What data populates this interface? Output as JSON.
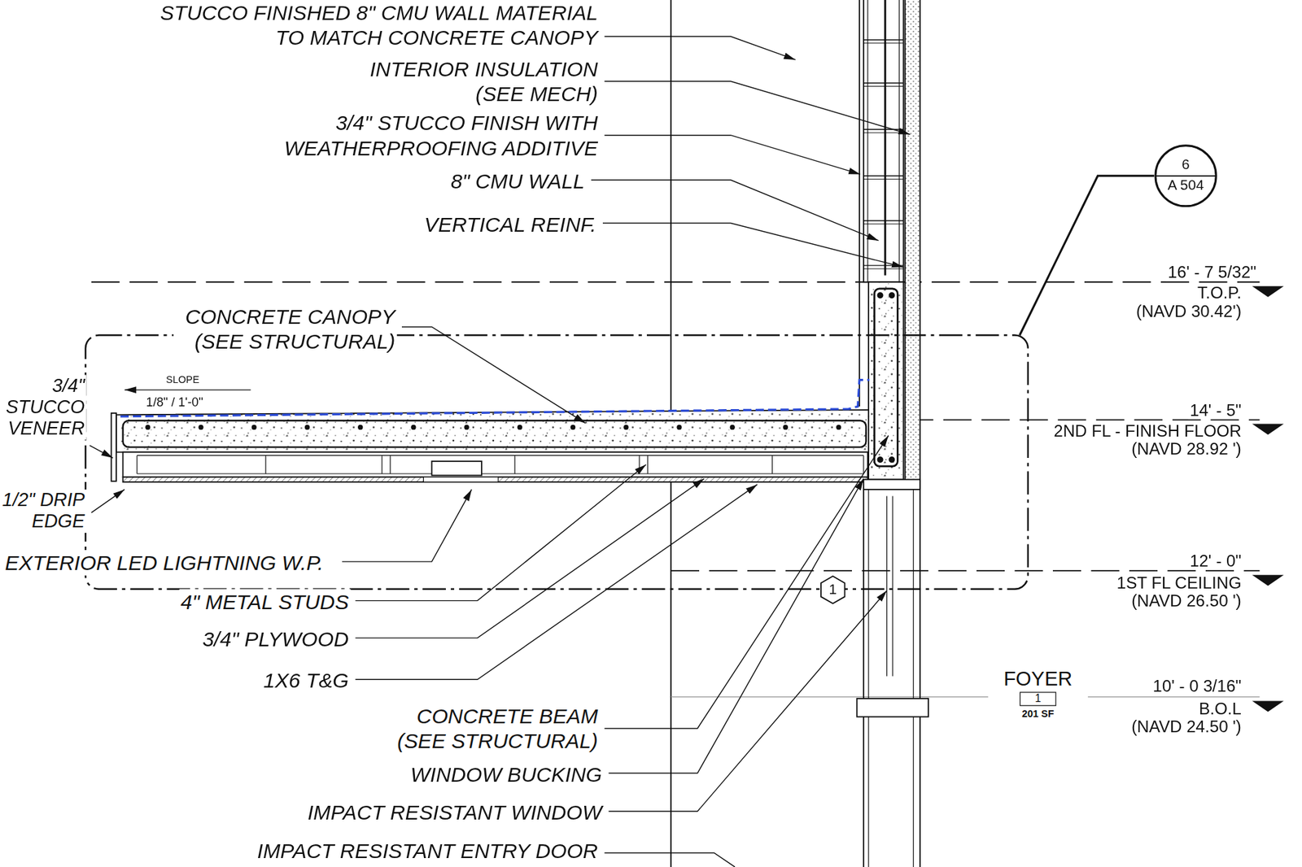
{
  "diagram": {
    "nodes": [
      {
        "text": [
          "6",
          "A 504"
        ]
      },
      {
        "text": [
          "1"
        ]
      },
      {
        "text": [
          "FOYER",
          "1",
          "201 SF"
        ]
      }
    ],
    "labels": [
      "STUCCO FINISHED 8\" CMU WALL MATERIAL TO MATCH CONCRETE CANOPY",
      "INTERIOR INSULATION (SEE MECH)",
      "3/4\" STUCCO FINISH WITH WEATHERPROOFING ADDITIVE",
      "8\" CMU WALL",
      "VERTICAL REINF.",
      "CONCRETE CANOPY (SEE STRUCTURAL)",
      "SLOPE",
      "1/8\" / 1'-0\"",
      "3/4\" STUCCO VENEER",
      "1/2\" DRIP EDGE",
      "EXTERIOR LED LIGHTNING W.P.",
      "4\" METAL STUDS",
      "3/4\" PLYWOOD",
      "1X6 T&G",
      "CONCRETE BEAM (SEE STRUCTURAL)",
      "WINDOW BUCKING",
      "IMPACT RESISTANT WINDOW",
      "IMPACT RESISTANT ENTRY DOOR",
      "16' - 7 5/32\"",
      "T.O.P.",
      "(NAVD 30.42')",
      "14' - 5\"",
      "2ND FL - FINISH FLOOR",
      "(NAVD 28.92 ')",
      "12' - 0\"",
      "1ST FL CEILING",
      "(NAVD 26.50 ')",
      "10' - 0 3/16\"",
      "B.O.L",
      "(NAVD 24.50 ')"
    ]
  }
}
